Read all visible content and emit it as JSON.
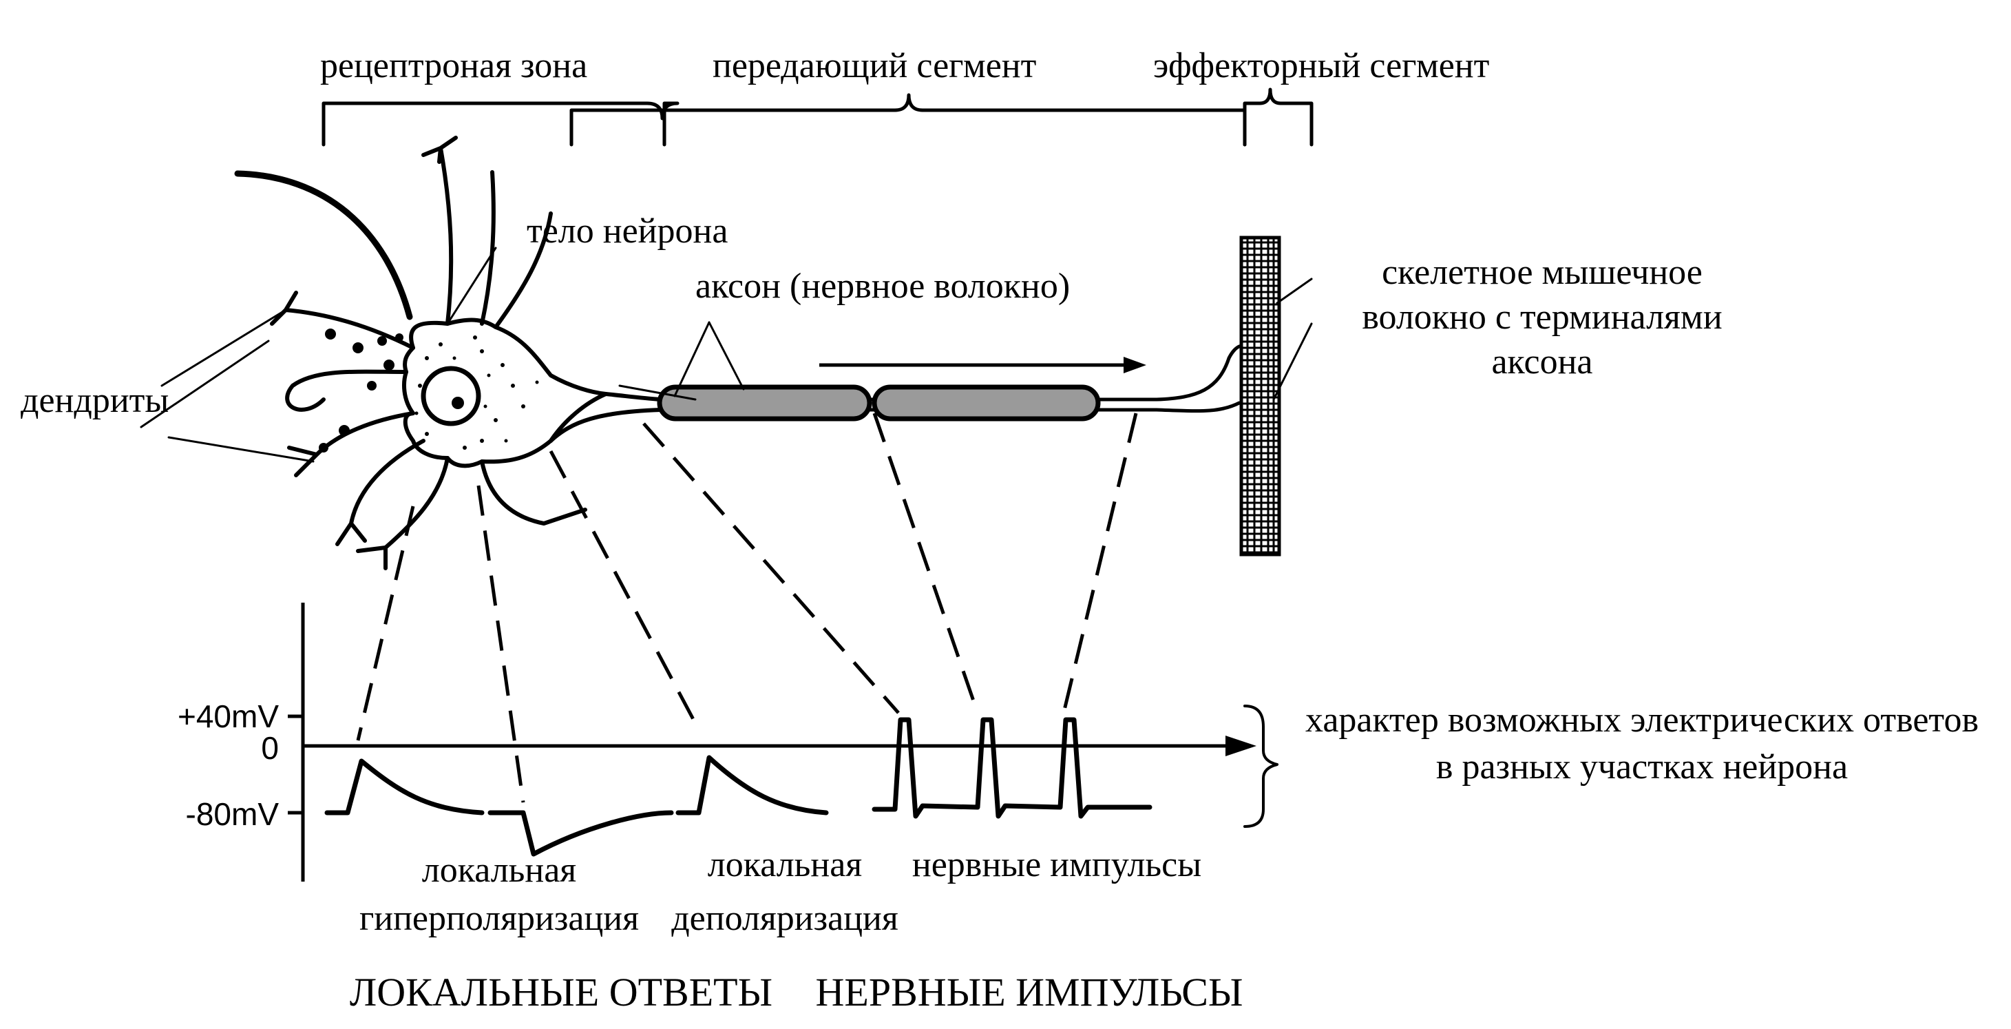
{
  "zones": {
    "receptor": "рецептроная зона",
    "transmitting": "передающий сегмент",
    "effector": "эффекторный сегмент"
  },
  "labels": {
    "neuron_body": "тело нейрона",
    "axon": "аксон (нервное волокно)",
    "dendrites": "дендриты",
    "muscle_line1": "скелетное мышечное",
    "muscle_line2": "волокно с терминалями",
    "muscle_line3": "аксона"
  },
  "axis": {
    "plus40": "+40mV",
    "zero": "0",
    "minus80": "-80mV"
  },
  "responses": {
    "note_line1": "характер возможных электрических ответов",
    "note_line2": "в разных участках нейрона",
    "hyper_line1": "локальная",
    "hyper_line2": "гиперполяризация",
    "depol_line1": "локальная",
    "depol_line2": "деполяризация",
    "impulses": "нервные импульсы"
  },
  "footer": {
    "local_responses": "ЛОКАЛЬНЫЕ ОТВЕТЫ",
    "nerve_impulses": "НЕРВНЫЕ ИМПУЛЬСЫ"
  }
}
